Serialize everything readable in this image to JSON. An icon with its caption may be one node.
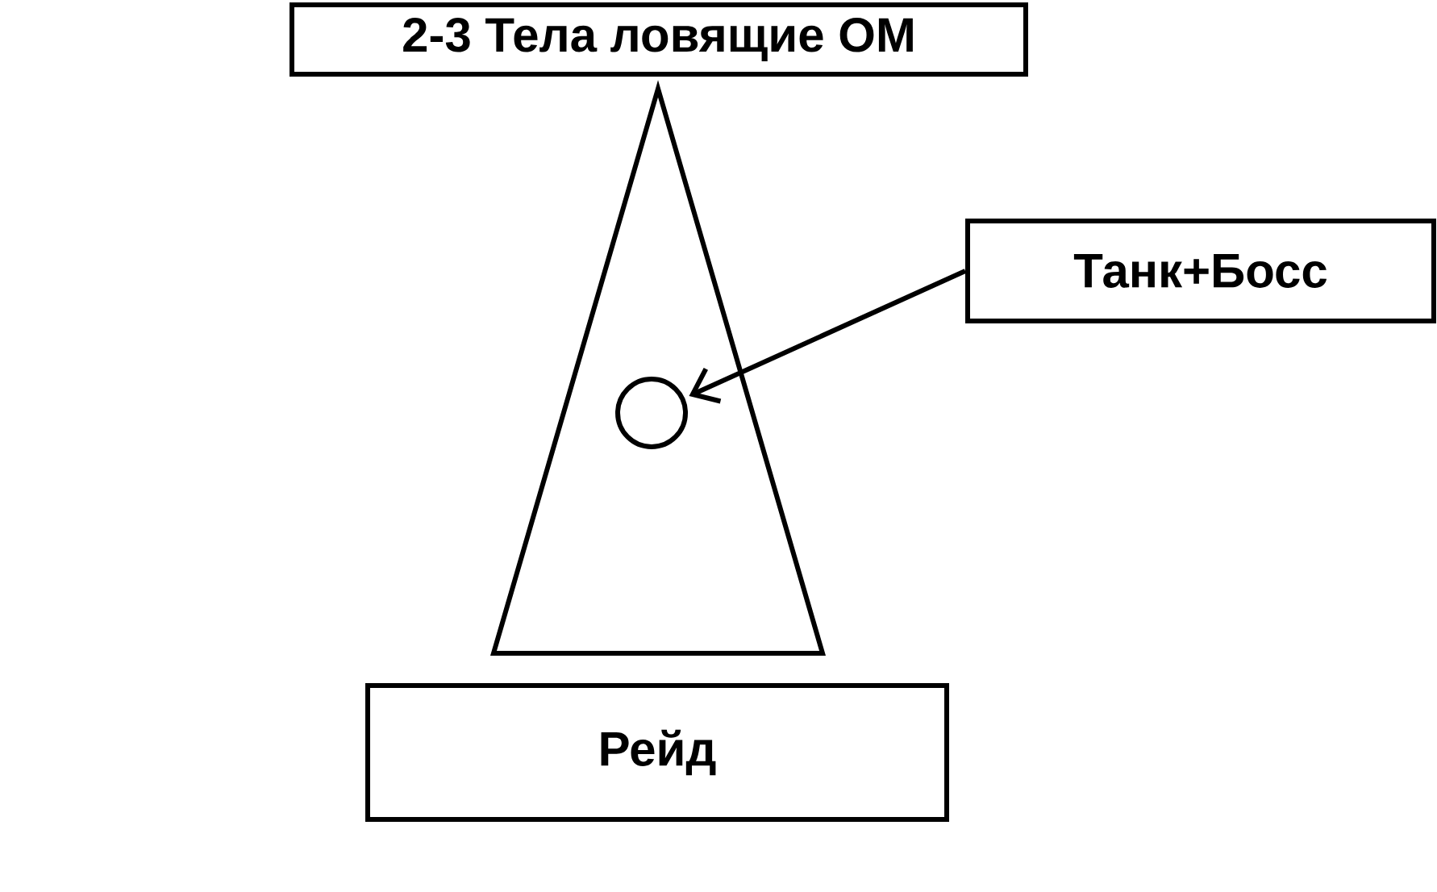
{
  "diagram": {
    "nodes": [
      {
        "text": [
          "2-3 Тела ловящие ОМ"
        ]
      },
      {
        "text": [],
        "shape": "triangle"
      },
      {
        "text": [],
        "shape": "circle",
        "in": 1
      },
      {
        "text": [
          "Танк+Босс"
        ]
      },
      {
        "text": [
          "Рейд"
        ]
      }
    ],
    "edges": [
      {
        "from": 3,
        "to": 2,
        "arrow": "to"
      }
    ]
  }
}
